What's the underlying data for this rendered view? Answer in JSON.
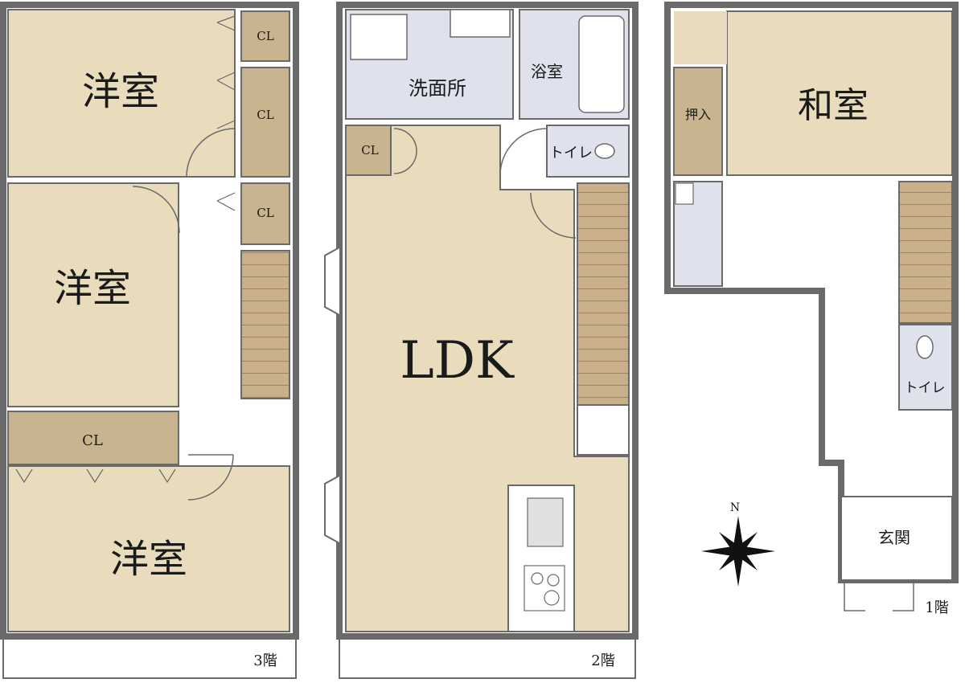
{
  "floor3": {
    "level_label": "3階",
    "room_top_label": "洋室",
    "room_mid_label": "洋室",
    "room_bottom_label": "洋室",
    "closet_labels": [
      "CL",
      "CL",
      "CL",
      "CL"
    ]
  },
  "floor2": {
    "level_label": "2階",
    "ldk_label": "LDK",
    "washroom_label": "洗面所",
    "bathroom_label": "浴室",
    "toilet_label": "トイレ",
    "closet_label": "CL"
  },
  "floor1": {
    "level_label": "1階",
    "japanese_room_label": "和室",
    "storage_label": "押入",
    "toilet_label": "トイレ",
    "entrance_label": "玄関"
  },
  "compass": {
    "north_label": "N"
  },
  "colors": {
    "room": "#e8dcbc",
    "closet": "#c8b48e",
    "wet_area": "#dfe1ec",
    "wall": "#6a6a6a",
    "stairs": "#c9b08a"
  }
}
